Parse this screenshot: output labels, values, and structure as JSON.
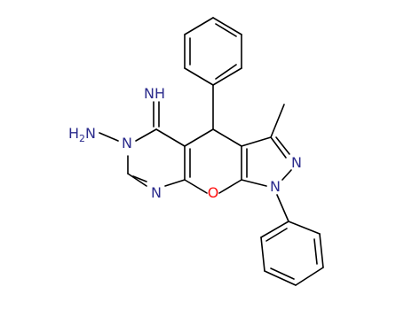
{
  "molecule": {
    "labels": {
      "imine": "NH",
      "amine_n": "N",
      "amine_h": "H",
      "amine_sub": "2",
      "n_ring6": "N",
      "n_pyrimidine": "N",
      "oxygen": "O",
      "n_pyrazole_2": "N",
      "n_pyrazole_1": "N"
    },
    "colors": {
      "bond": "#000000",
      "nitrogen": "#2b2b8c",
      "oxygen": "#ff0d0d"
    }
  }
}
